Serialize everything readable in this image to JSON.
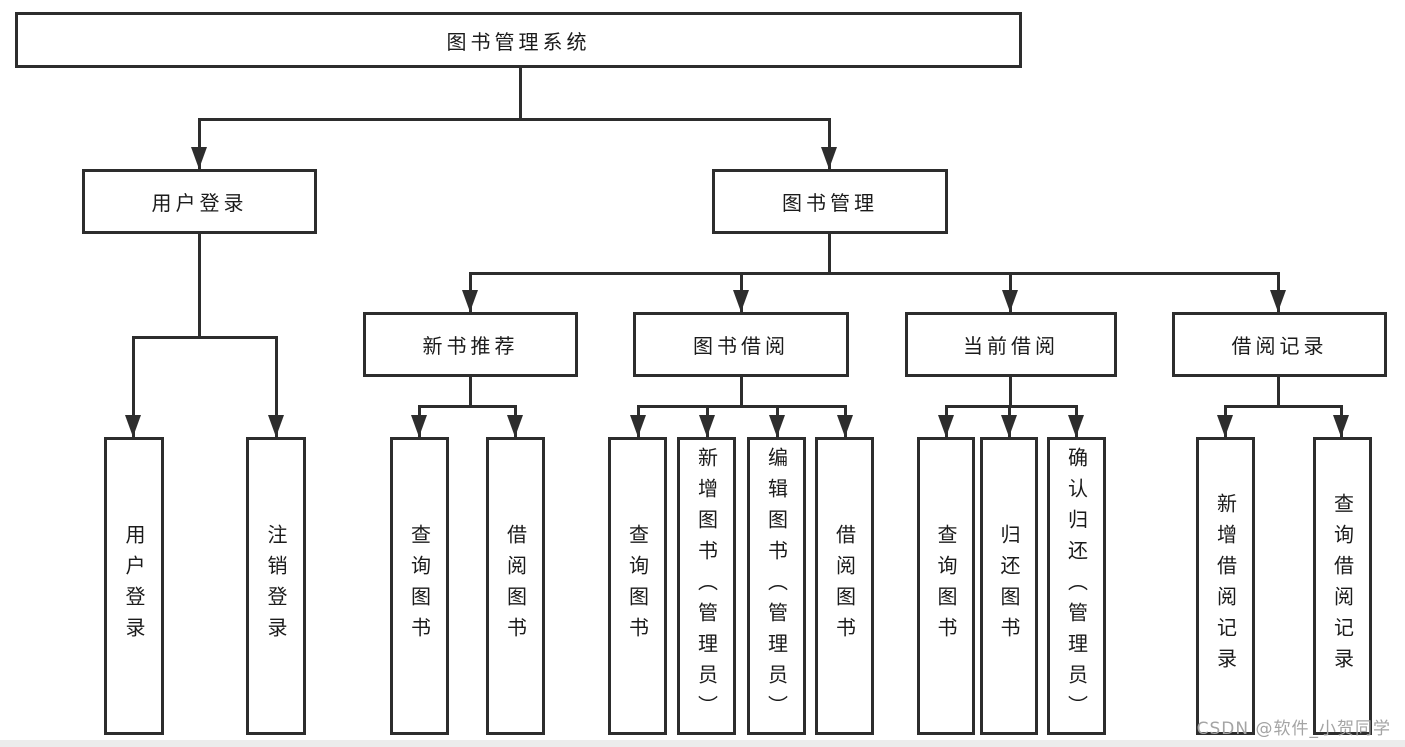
{
  "diagram": {
    "root": "图书管理系统",
    "user_login": {
      "label": "用户登录",
      "children": [
        "用户登录",
        "注销登录"
      ]
    },
    "book_mgmt": {
      "label": "图书管理",
      "sections": [
        {
          "label": "新书推荐",
          "children": [
            "查询图书",
            "借阅图书"
          ]
        },
        {
          "label": "图书借阅",
          "children": [
            "查询图书",
            "新增图书（管理员）",
            "编辑图书（管理员）",
            "借阅图书"
          ]
        },
        {
          "label": "当前借阅",
          "children": [
            "查询图书",
            "归还图书",
            "确认归还（管理员）"
          ]
        },
        {
          "label": "借阅记录",
          "children": [
            "新增借阅记录",
            "查询借阅记录"
          ]
        }
      ]
    },
    "watermark": "CSDN @软件_小贺同学"
  }
}
